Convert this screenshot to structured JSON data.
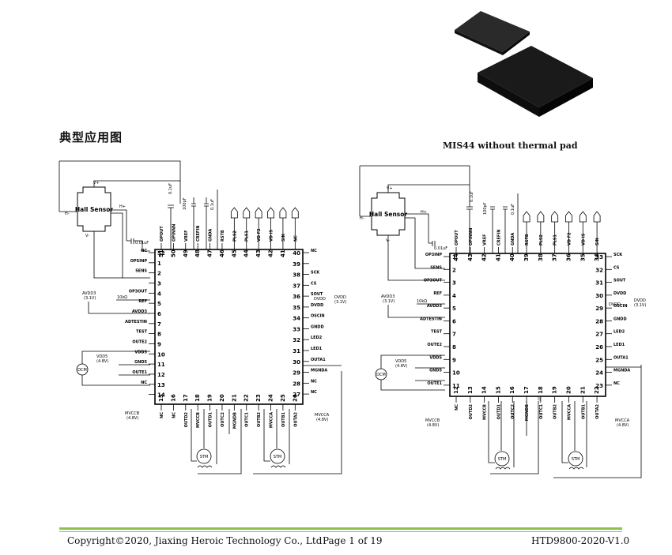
{
  "section_title": "典型应用图",
  "package_caption": "MIS44 without thermal pad",
  "footer": {
    "copyright": "Copyright©2020, Jiaxing Heroic Technology Co., Ltd",
    "page": "Page 1 of 19",
    "doc_id": "HTD9800-2020-V1.0"
  },
  "colors": {
    "footer_rule": "#8bc34a",
    "chip_body": "#1a1a1a"
  },
  "left_diagram": {
    "hall_sensor": "Hall Sensor",
    "hall_pins": {
      "vp": "V+",
      "vm": "V-",
      "hp": "H+",
      "hm": "H-"
    },
    "cap_top": "0.1uF",
    "cap_nc": "0.01uF",
    "cap_vref": "100pF",
    "cap_crefin": "0.1uF",
    "left_pins": [
      {
        "num": "52",
        "label": "NC"
      },
      {
        "num": "1",
        "label": "OPSINP"
      },
      {
        "num": "2",
        "label": "SENS"
      },
      {
        "num": "3",
        "label": ""
      },
      {
        "num": "4",
        "label": "OP3OUT"
      },
      {
        "num": "5",
        "label": "REF"
      },
      {
        "num": "6",
        "label": "AVDD3"
      },
      {
        "num": "7",
        "label": "ADTESTIN"
      },
      {
        "num": "8",
        "label": "TEST"
      },
      {
        "num": "9",
        "label": "OUTE2"
      },
      {
        "num": "10",
        "label": "VDD5"
      },
      {
        "num": "11",
        "label": "GND5"
      },
      {
        "num": "12",
        "label": "OUTE1"
      },
      {
        "num": "13",
        "label": "NC"
      },
      {
        "num": "14",
        "label": ""
      }
    ],
    "right_pins": [
      {
        "num": "40",
        "label": "NC"
      },
      {
        "num": "39",
        "label": ""
      },
      {
        "num": "38",
        "label": "SCK"
      },
      {
        "num": "37",
        "label": "CS"
      },
      {
        "num": "36",
        "label": "SOUT"
      },
      {
        "num": "35",
        "label": "DVDD"
      },
      {
        "num": "34",
        "label": "OSCIN"
      },
      {
        "num": "33",
        "label": "GNDD"
      },
      {
        "num": "32",
        "label": "LED2"
      },
      {
        "num": "31",
        "label": "LED1"
      },
      {
        "num": "30",
        "label": "OUTA1"
      },
      {
        "num": "29",
        "label": "MGNDA"
      },
      {
        "num": "28",
        "label": "NC"
      },
      {
        "num": "27",
        "label": "NC"
      }
    ],
    "top_pins": [
      {
        "num": "51",
        "label": "OPOUT"
      },
      {
        "num": "50",
        "label": "OPINNN"
      },
      {
        "num": "49",
        "label": "VREF"
      },
      {
        "num": "48",
        "label": "CREFIN"
      },
      {
        "num": "47",
        "label": "GNDA"
      },
      {
        "num": "46",
        "label": "RSTB"
      },
      {
        "num": "45",
        "label": "PLS2"
      },
      {
        "num": "44",
        "label": "PLS1"
      },
      {
        "num": "43",
        "label": "VD F2"
      },
      {
        "num": "42",
        "label": "VD IS"
      },
      {
        "num": "41",
        "label": "SIN"
      },
      {
        "num": "",
        "label": "NC"
      }
    ],
    "bottom_pins": [
      {
        "num": "15",
        "label": "NC"
      },
      {
        "num": "16",
        "label": "NC"
      },
      {
        "num": "17",
        "label": "OUTD2"
      },
      {
        "num": "18",
        "label": "MVCCB"
      },
      {
        "num": "19",
        "label": "OUTD1"
      },
      {
        "num": "20",
        "label": "OUTC2"
      },
      {
        "num": "21",
        "label": "MGNDB"
      },
      {
        "num": "22",
        "label": "OUTC1"
      },
      {
        "num": "23",
        "label": "OUTB2"
      },
      {
        "num": "24",
        "label": "MVCCA"
      },
      {
        "num": "25",
        "label": "OUTB1"
      },
      {
        "num": "26",
        "label": "OUTA2"
      }
    ],
    "supplies": {
      "avdd3": "AVDD3",
      "avdd3_v": "(3.1V)",
      "vdd5": "VDD5",
      "vdd5_v": "(4.8V)",
      "dvdd": "DVDD",
      "dvdd_v": "(3.1V)",
      "mvccb": "MVCCB",
      "mvccb_v": "(4.8V)",
      "mvcca": "MVCCA",
      "mvcca_v": "(4.8V)",
      "res": "10kΩ",
      "dcm": "DCM",
      "stm": "STM"
    }
  },
  "right_diagram": {
    "hall_sensor": "Hall Sensor",
    "hall_pins": {
      "vp": "V+",
      "vm": "V-",
      "hp": "H+",
      "hm": "H-"
    },
    "cap_top": "0.1uF",
    "cap_nc": "0.01uF",
    "cap_vref": "100pF",
    "cap_crefin": "0.1uF",
    "left_pins": [
      {
        "num": "1",
        "label": "OP3INP"
      },
      {
        "num": "2",
        "label": "SENS"
      },
      {
        "num": "3",
        "label": "OP3OUT"
      },
      {
        "num": "4",
        "label": "REF"
      },
      {
        "num": "5",
        "label": "AVDD3"
      },
      {
        "num": "6",
        "label": "ADTESTIN"
      },
      {
        "num": "7",
        "label": "TEST"
      },
      {
        "num": "8",
        "label": "OUTE2"
      },
      {
        "num": "9",
        "label": "VDD5"
      },
      {
        "num": "10",
        "label": "GND5"
      },
      {
        "num": "11",
        "label": "OUTE1"
      }
    ],
    "right_pins": [
      {
        "num": "33",
        "label": "SCK"
      },
      {
        "num": "32",
        "label": "CS"
      },
      {
        "num": "31",
        "label": "SOUT"
      },
      {
        "num": "30",
        "label": "DVDD"
      },
      {
        "num": "29",
        "label": "OSCIN"
      },
      {
        "num": "28",
        "label": "GNDD"
      },
      {
        "num": "27",
        "label": "LED2"
      },
      {
        "num": "26",
        "label": "LED1"
      },
      {
        "num": "25",
        "label": "OUTA1"
      },
      {
        "num": "24",
        "label": "MGNDA"
      },
      {
        "num": "23",
        "label": "NC"
      }
    ],
    "top_pins": [
      {
        "num": "44",
        "label": "OPOUT"
      },
      {
        "num": "43",
        "label": "OPINNN"
      },
      {
        "num": "42",
        "label": "VREF"
      },
      {
        "num": "41",
        "label": "CREFIN"
      },
      {
        "num": "40",
        "label": "GNDA"
      },
      {
        "num": "39",
        "label": "RSTB"
      },
      {
        "num": "38",
        "label": "PLS2"
      },
      {
        "num": "37",
        "label": "PLS1"
      },
      {
        "num": "36",
        "label": "VD F2"
      },
      {
        "num": "35",
        "label": "VD IS"
      },
      {
        "num": "34",
        "label": "SIN"
      }
    ],
    "bottom_pins": [
      {
        "num": "12",
        "label": "NC"
      },
      {
        "num": "13",
        "label": "OUTD2"
      },
      {
        "num": "14",
        "label": "MVCCB"
      },
      {
        "num": "15",
        "label": "OUTD1"
      },
      {
        "num": "16",
        "label": "OUTC2"
      },
      {
        "num": "17",
        "label": "MGNDB"
      },
      {
        "num": "18",
        "label": "OUTC1"
      },
      {
        "num": "19",
        "label": "OUTB2"
      },
      {
        "num": "20",
        "label": "MVCCA"
      },
      {
        "num": "21",
        "label": "OUTB1"
      },
      {
        "num": "22",
        "label": "OUTA2"
      }
    ],
    "supplies": {
      "avdd3": "AVDD3",
      "avdd3_v": "(3.1V)",
      "vdd5": "VDD5",
      "vdd5_v": "(4.8V)",
      "dvdd": "DVDD",
      "dvdd_v": "(3.1V)",
      "mvccb": "MVCCB",
      "mvccb_v": "(4.8V)",
      "mvcca": "MVCCA",
      "mvcca_v": "(4.8V)",
      "res": "10kΩ",
      "dcm": "DCM",
      "stm": "STM"
    }
  }
}
